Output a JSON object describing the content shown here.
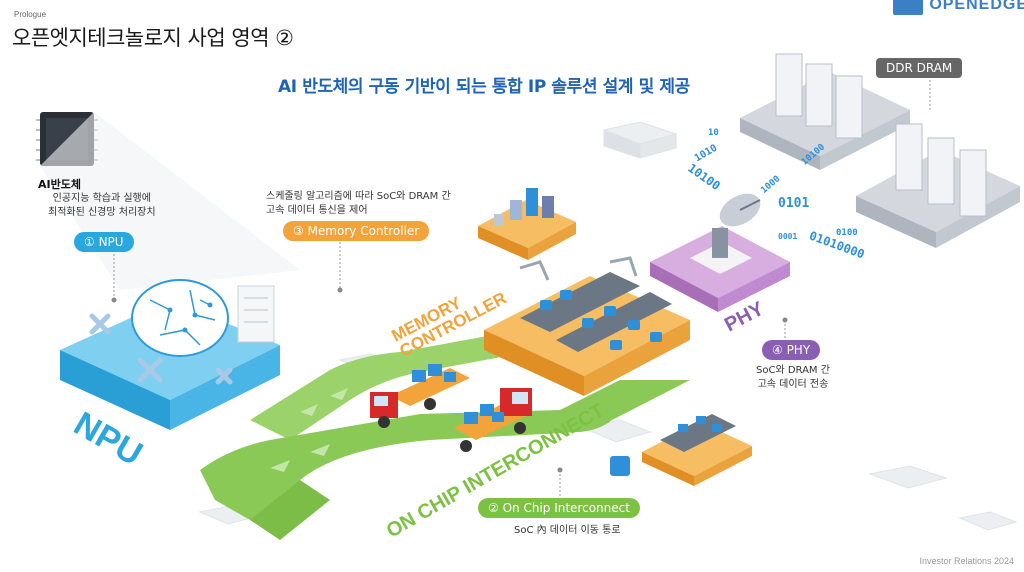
{
  "header": {
    "section": "Prologue",
    "title": "오픈엣지테크놀로지 사업 영역 ②",
    "logo_text": "OPENEDGE"
  },
  "headline": "AI 반도체의 구동 기반이 되는 통합 IP 솔루션 설계 및 제공",
  "ai_chip": {
    "title": "AI반도체",
    "desc_line1": "인공지능 학습과 실행에",
    "desc_line2": "최적화된 신경망 처리장치"
  },
  "npu": {
    "pill": "① NPU",
    "big_label": "NPU"
  },
  "memory_controller": {
    "pill": "③ Memory Controller",
    "desc_line1": "스케줄링 알고리즘에 따라 SoC와 DRAM 간",
    "desc_line2": "고속 데이터 통신을 제어",
    "big_label_line1": "MEMORY",
    "big_label_line2": "CONTROLLER"
  },
  "phy": {
    "pill": "④ PHY",
    "desc_line1": "SoC와 DRAM 간",
    "desc_line2": "고속 데이터 전송",
    "big_label": "PHY"
  },
  "interconnect": {
    "pill": "② On Chip Interconnect",
    "desc": "SoC 內 데이터 이동 통로",
    "big_label": "ON CHIP INTERCONNECT"
  },
  "ddr": {
    "pill": "DDR DRAM"
  },
  "bits": {
    "b1": "10100",
    "b2": "0101",
    "b3": "01010000",
    "b4": "1000",
    "b5": "10100",
    "b6": "0100",
    "b7": "10",
    "b8": "1010",
    "b9": "0001"
  },
  "footer": "Investor Relations 2024",
  "colors": {
    "npu": "#29a8e0",
    "memory_controller": "#f2a33a",
    "phy": "#8a5fb3",
    "interconnect": "#7cc242",
    "headline": "#1f63b5"
  }
}
